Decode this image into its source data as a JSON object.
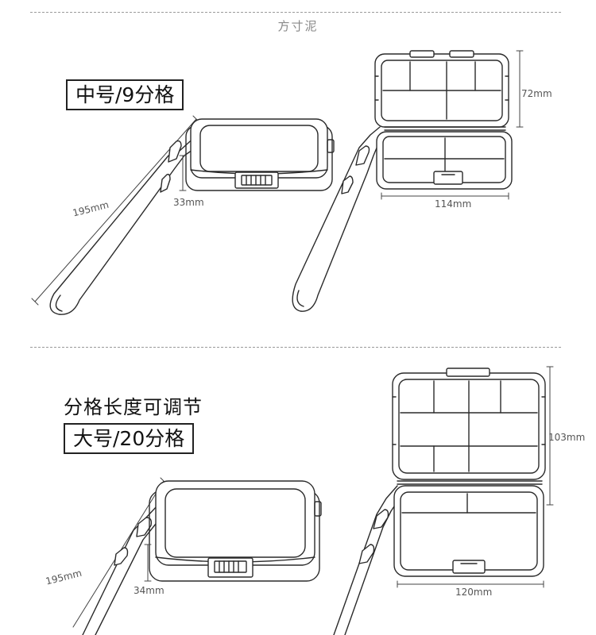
{
  "header": {
    "title": "方寸泥"
  },
  "medium": {
    "label": "中号/9分格",
    "strap_length": "195mm",
    "height": "33mm",
    "depth": "72mm",
    "width": "114mm"
  },
  "large": {
    "feature": "分格长度可调节",
    "label": "大号/20分格",
    "strap_length": "195mm",
    "height": "34mm",
    "depth": "103mm",
    "width": "120mm"
  }
}
